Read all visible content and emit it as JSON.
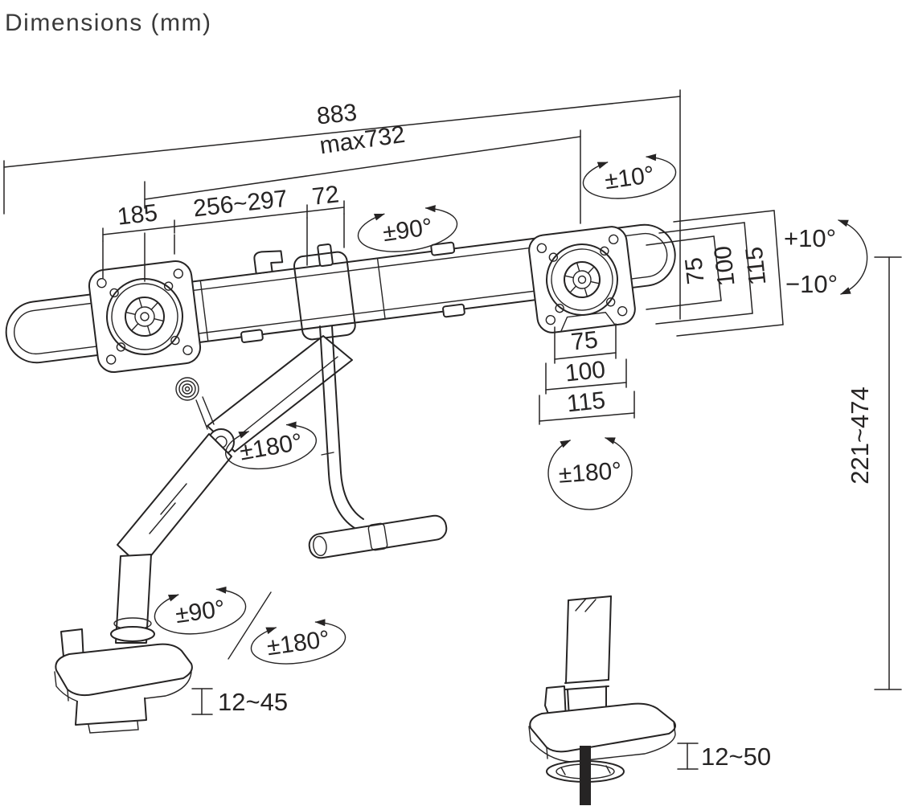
{
  "title": "Dimensions (mm)",
  "colors": {
    "ink": "#262424",
    "title_text": "#3a3a3a",
    "background": "#ffffff"
  },
  "diagram": {
    "description": "dual-monitor-arm-dimension-drawing",
    "annotations": {
      "overall_width": "883",
      "max_width": "max732",
      "left_offset": "185",
      "arm_reach": "256~297",
      "head_width": "72",
      "bar_swivel": "±90°",
      "bar_tilt": "±10°",
      "vesa_side_75": "75",
      "vesa_side_100": "100",
      "vesa_side_115": "115",
      "tilt_up": "+10°",
      "tilt_down": "−10°",
      "vesa_front_75": "75",
      "vesa_front_100": "100",
      "vesa_front_115": "115",
      "head_rotation": "±180°",
      "arm_rotation": "±180°",
      "base_swivel": "±90°",
      "base_rotation": "±180°",
      "height_range": "221~474",
      "clamp_range": "12~45",
      "grommet_range": "12~50"
    }
  }
}
